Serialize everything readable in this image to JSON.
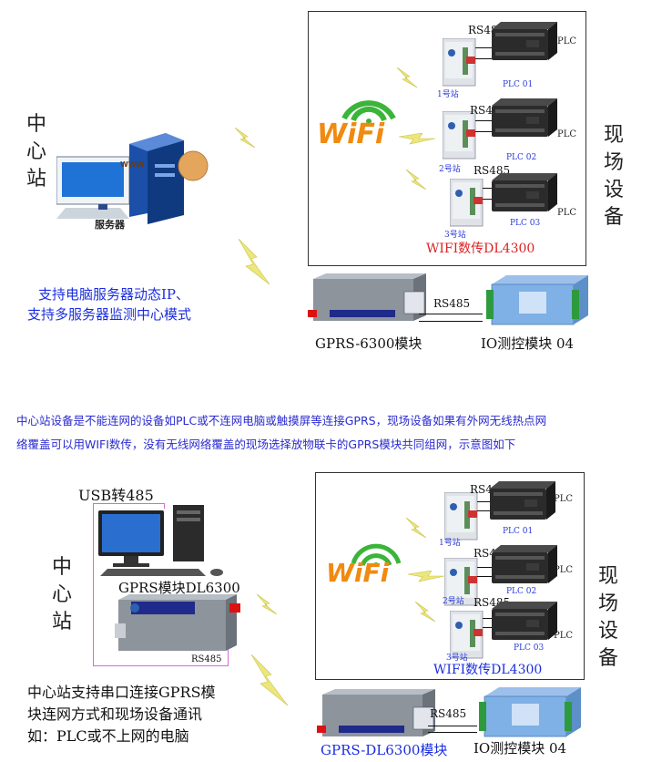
{
  "top": {
    "center_label": "中心站",
    "server_label": "服务器",
    "www_label": "WWW",
    "server_note_line1": "支持电脑服务器动态IP、",
    "server_note_line2": "支持多服务器监测中心模式",
    "field_label": "现场设备",
    "wifi_word": "WiFi",
    "wifi_module": "WIFI数传DL4300",
    "stations": [
      {
        "rs": "RS485",
        "plc": "PLC",
        "station": "1号站",
        "plc_name": "PLC 01"
      },
      {
        "rs": "RS485",
        "plc": "PLC",
        "station": "2号站",
        "plc_name": "PLC 02"
      },
      {
        "rs": "RS485",
        "plc": "PLC",
        "station": "3号站",
        "plc_name": "PLC 03"
      }
    ],
    "gprs_rs": "RS485",
    "gprs_label": "GPRS-6300模块",
    "io_label": "IO测控模块 04"
  },
  "description": {
    "line1": "中心站设备是不能连网的设备如PLC或不连网电脑或触摸屏等连接GPRS，现场设备如果有外网无线热点网",
    "line2": "络覆盖可以用WIFI数传，没有无线网络覆盖的现场选择放物联卡的GPRS模块共同组网，示意图如下"
  },
  "bottom": {
    "usb_label": "USB转485",
    "center_label": "中心站",
    "gprs_dl6300_label": "GPRS模块DL6300",
    "rs485_pc": "RS485",
    "note_line1": "中心站支持串口连接GPRS模",
    "note_line2": "块连网方式和现场设备通讯",
    "note_line3": "如：PLC或不上网的电脑",
    "field_label": "现场设备",
    "wifi_word": "WiFi",
    "wifi_module": "WIFI数传DL4300",
    "stations": [
      {
        "rs": "RS485",
        "plc": "PLC",
        "station": "1号站",
        "plc_name": "PLC 01"
      },
      {
        "rs": "RS485",
        "plc": "PLC",
        "station": "2号站",
        "plc_name": "PLC 02"
      },
      {
        "rs": "RS485",
        "plc": "PLC",
        "station": "3号站",
        "plc_name": "PLC 03"
      }
    ],
    "gprs_rs": "RS485",
    "gprs_label": "GPRS-DL6300模块",
    "io_label": "IO测控模块 04"
  },
  "colors": {
    "link_blue": "#2a2ad0",
    "wifi_orange": "#f08a10",
    "wifi_blue": "#1a6ad0",
    "wifi_green": "#3ab53a",
    "lightning": "#e8e070",
    "module_red": "#d11"
  }
}
